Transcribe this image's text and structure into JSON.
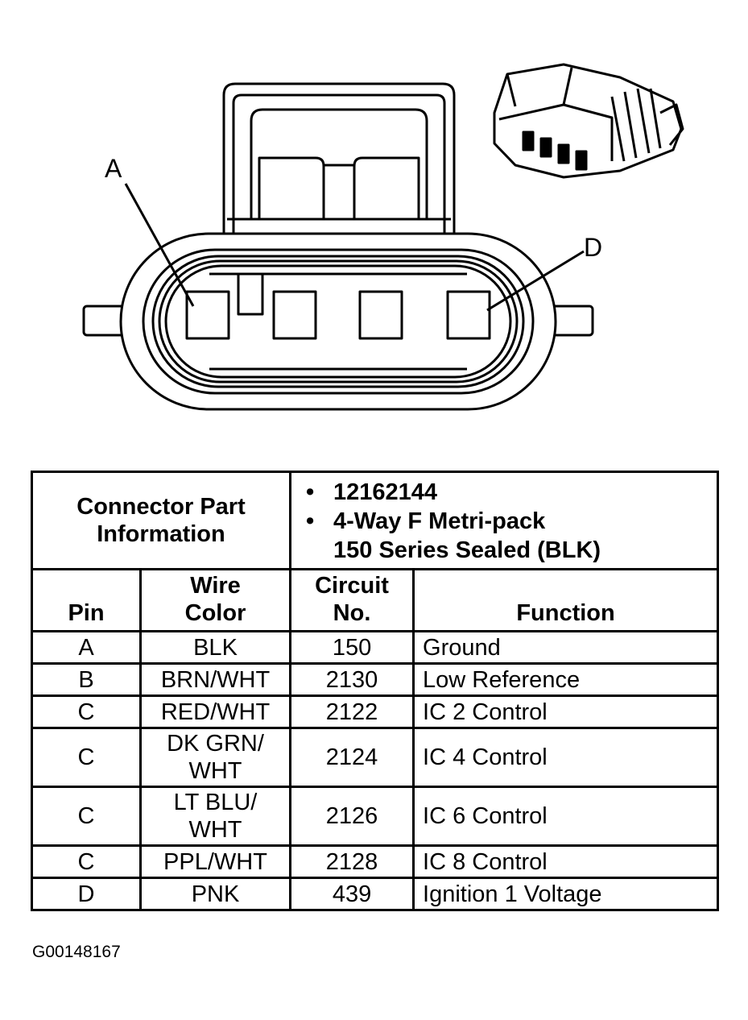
{
  "callouts": {
    "pin_a": "A",
    "pin_d": "D"
  },
  "connector_info": {
    "title_line1": "Connector Part",
    "title_line2": "Information",
    "bullets": [
      "12162144",
      "4-Way F Metri-pack",
      "150 Series Sealed (BLK)"
    ]
  },
  "columns": {
    "pin": "Pin",
    "wire_color_line1": "Wire",
    "wire_color_line2": "Color",
    "circuit_line1": "Circuit",
    "circuit_line2": "No.",
    "function": "Function"
  },
  "rows": [
    {
      "pin": "A",
      "wire": [
        "BLK"
      ],
      "circuit": "150",
      "function": "Ground"
    },
    {
      "pin": "B",
      "wire": [
        "BRN/WHT"
      ],
      "circuit": "2130",
      "function": "Low Reference"
    },
    {
      "pin": "C",
      "wire": [
        "RED/WHT"
      ],
      "circuit": "2122",
      "function": "IC 2 Control"
    },
    {
      "pin": "C",
      "wire": [
        "DK GRN/",
        "WHT"
      ],
      "circuit": "2124",
      "function": "IC 4 Control"
    },
    {
      "pin": "C",
      "wire": [
        "LT BLU/",
        "WHT"
      ],
      "circuit": "2126",
      "function": "IC 6 Control"
    },
    {
      "pin": "C",
      "wire": [
        "PPL/WHT"
      ],
      "circuit": "2128",
      "function": "IC 8 Control"
    },
    {
      "pin": "D",
      "wire": [
        "PNK"
      ],
      "circuit": "439",
      "function": "Ignition 1 Voltage"
    }
  ],
  "figure_code": "G00148167"
}
